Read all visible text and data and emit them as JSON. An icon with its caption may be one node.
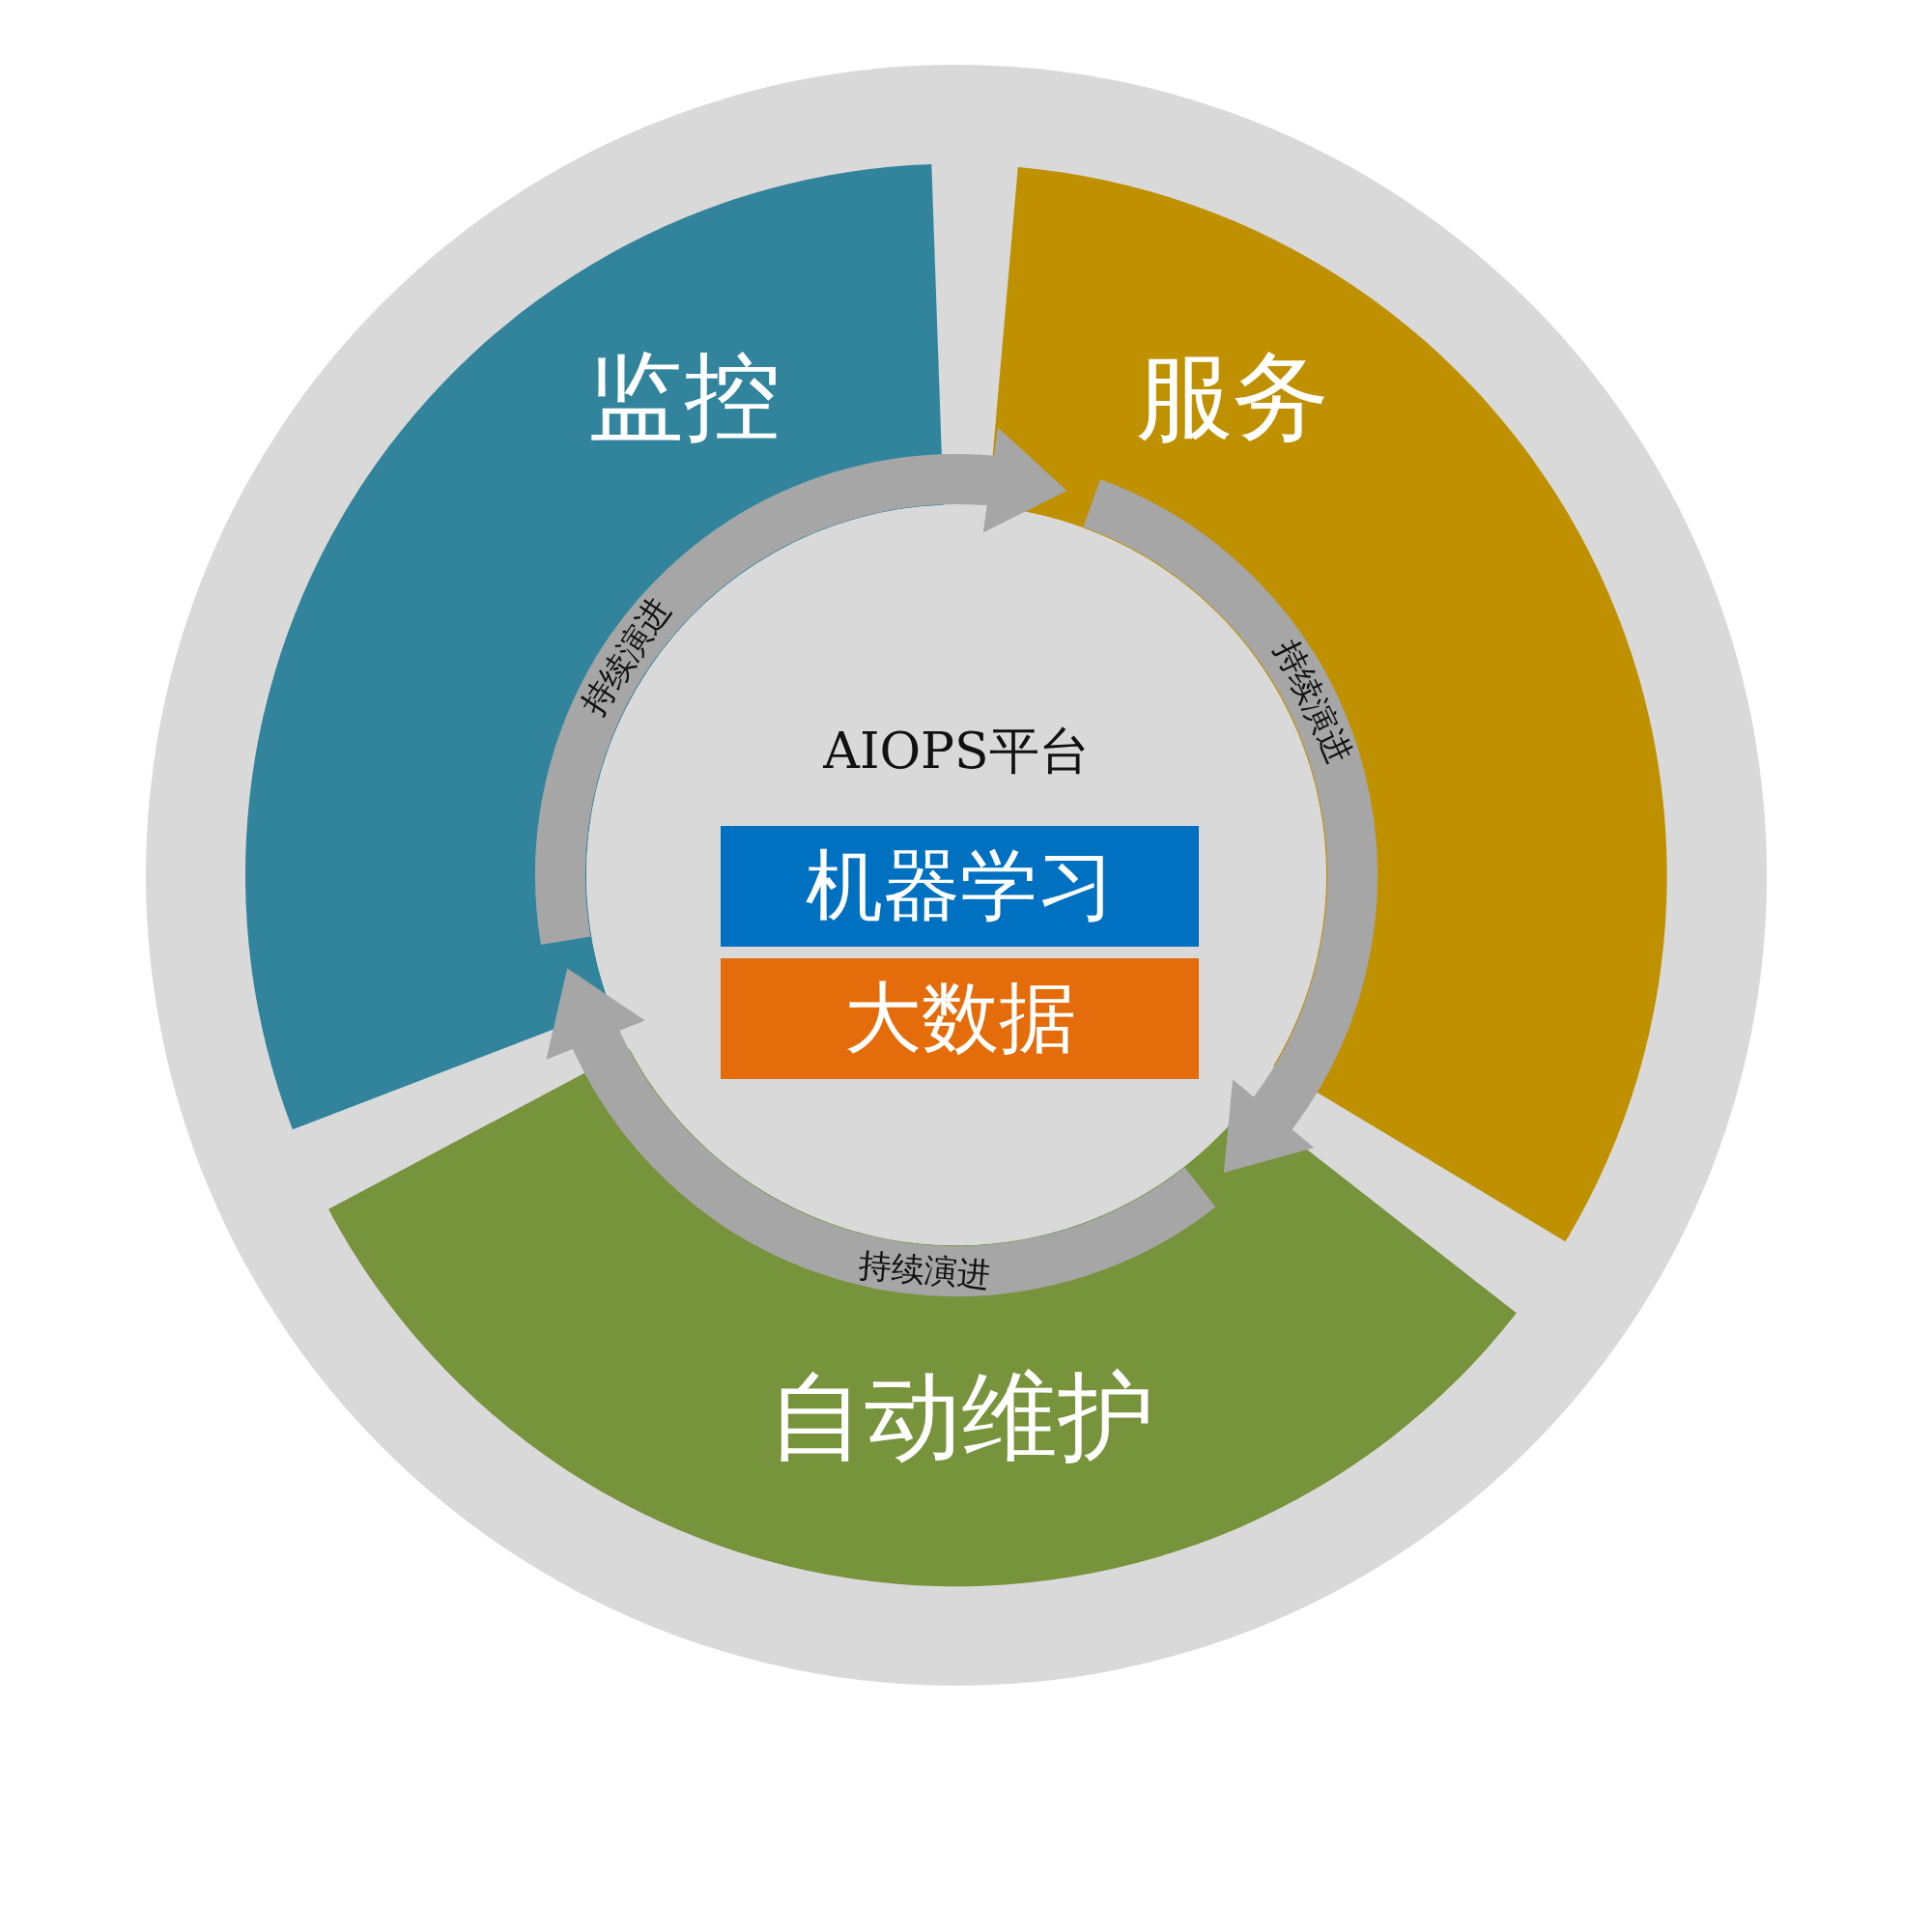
{
  "diagram": {
    "nodes": [
      {
        "text": [
          "监控"
        ]
      },
      {
        "text": [
          "服务"
        ]
      },
      {
        "text": [
          "自动维护"
        ]
      },
      {
        "text": [
          "AIOPS平台"
        ]
      },
      {
        "text": [
          "机器学习"
        ],
        "in": 3
      },
      {
        "text": [
          "大数据"
        ],
        "in": 3
      }
    ],
    "edges": [
      {
        "from": 0,
        "to": 1,
        "arrow": "to",
        "label": "持续演进"
      },
      {
        "from": 1,
        "to": 2,
        "arrow": "to",
        "label": "持续演进"
      },
      {
        "from": 2,
        "to": 0,
        "arrow": "to",
        "label": "持续演进"
      }
    ]
  }
}
